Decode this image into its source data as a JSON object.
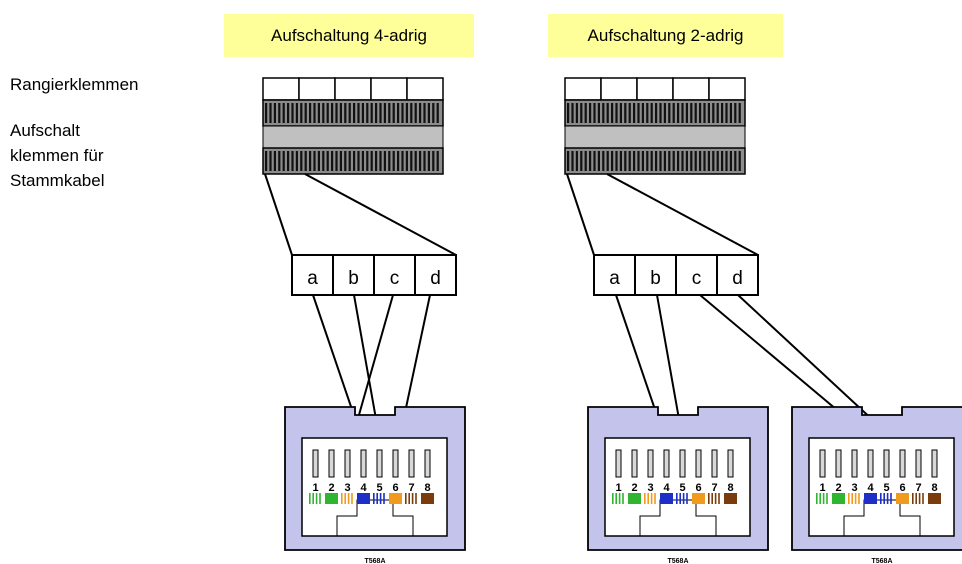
{
  "titles": {
    "left": "Aufschaltung 4-adrig",
    "right": "Aufschaltung 2-adrig"
  },
  "side_labels": {
    "rangier": "Rangierklemmen",
    "aufschalt_lines": [
      "Aufschalt",
      "klemmen für",
      "Stammkabel"
    ]
  },
  "terminal_labels": [
    "a",
    "b",
    "c",
    "d"
  ],
  "pin_numbers": [
    "1",
    "2",
    "3",
    "4",
    "5",
    "6",
    "7",
    "8"
  ],
  "jack_caption": "T568A",
  "colors": {
    "title_bg": "#ffff99",
    "jack_fill": "#c3c3ec",
    "terminal_gray": "#c0c0c0",
    "pin_green": "#2fb52f",
    "pin_blue": "#1e2fc8",
    "pin_orange": "#f09a1e",
    "pin_brown": "#7a3c0c"
  }
}
